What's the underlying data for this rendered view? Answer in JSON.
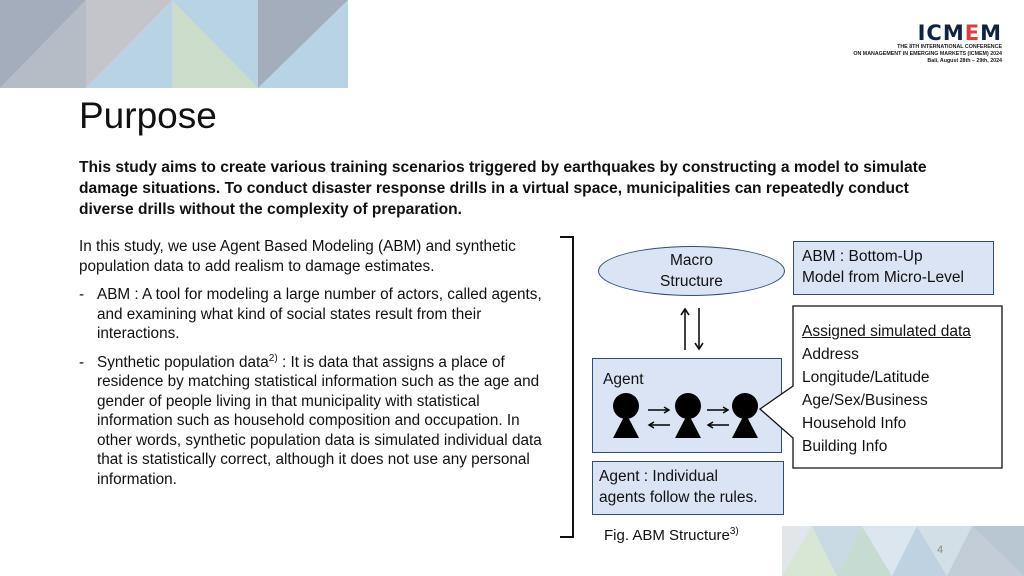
{
  "logo": {
    "mark_start": "ICM",
    "mark_accent": "E",
    "mark_end": "M",
    "line1": "THE 8TH INTERNATIONAL CONFERENCE",
    "line2": "ON MANAGEMENT IN EMERGING MARKETS (ICMEM) 2024",
    "line3": "Bali, August 28th – 29th, 2024"
  },
  "slide": {
    "title": "Purpose",
    "intro": "This study aims to create various training scenarios triggered by earthquakes by constructing a model to simulate damage situations. To conduct disaster response drills in a virtual space, municipalities can repeatedly conduct diverse drills without the complexity of preparation.",
    "paragraph": "In this study, we use Agent Based Modeling (ABM) and synthetic population data to add realism to damage estimates.",
    "bullets": [
      {
        "dash": "-",
        "text": "ABM : A tool for modeling a large number of actors, called agents, and examining what kind of social states result from their interactions."
      },
      {
        "dash": "-",
        "lead": "Synthetic population data",
        "sup": "2)",
        "text": " : It is data that assigns a place of residence by matching statistical information such as the age and gender of people living in that municipality with statistical information such as household composition and occupation. In other words, synthetic population data is simulated individual data that is statistically correct, although it does not use any personal information."
      }
    ],
    "page_number": "4"
  },
  "diagram": {
    "macro_line1": "Macro",
    "macro_line2": "Structure",
    "abm_line1": "ABM : Bottom-Up",
    "abm_line2": "Model from Micro-Level",
    "agent_label": "Agent",
    "callout_items": [
      "Assigned simulated data",
      "Address",
      "Longitude/Latitude",
      "Age/Sex/Business",
      "Household Info",
      "Building Info"
    ],
    "rule_line1": "Agent : Individual",
    "rule_line2": "agents follow the rules.",
    "caption": "Fig.  ABM Structure",
    "caption_sup": "3)"
  },
  "colors": {
    "box_fill": "#dbe4f4",
    "box_border": "#2e4d7b",
    "logo_navy": "#0d2340",
    "logo_accent": "#e53935",
    "deco_slate": "#a3adbb",
    "deco_grey": "#c3c5cb",
    "deco_sage": "#cbdccb",
    "deco_blue": "#b8d3e4",
    "deco_sky": "#cfe1ec"
  }
}
